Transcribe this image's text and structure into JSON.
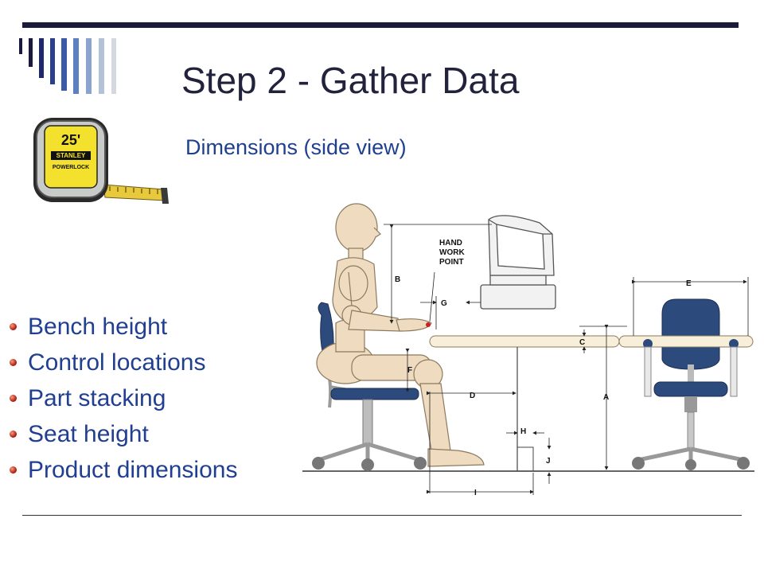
{
  "slide": {
    "title": "Step 2 - Gather Data",
    "subtitle": "Dimensions (side view)",
    "bullets": [
      "Bench height",
      "Control locations",
      "Part stacking",
      "Seat height",
      "Product dimensions"
    ]
  },
  "tape_measure": {
    "size_label": "25'",
    "brand_label": "STANLEY",
    "model_label": "POWERLOCK"
  },
  "diagram": {
    "hand_work_point_label": [
      "HAND",
      "WORK",
      "POINT"
    ],
    "dimension_labels": {
      "A": "A",
      "B": "B",
      "C": "C",
      "D": "D",
      "E": "E",
      "F": "F",
      "G": "G",
      "H": "H",
      "I": "I",
      "J": "J"
    }
  },
  "colors": {
    "title": "#22223c",
    "bullet_text": "#203f90",
    "chair_blue": "#2d4a7c",
    "mannequin": "#efdcc0",
    "desk": "#f7efd9",
    "bullet_dot": "#b8221a"
  }
}
